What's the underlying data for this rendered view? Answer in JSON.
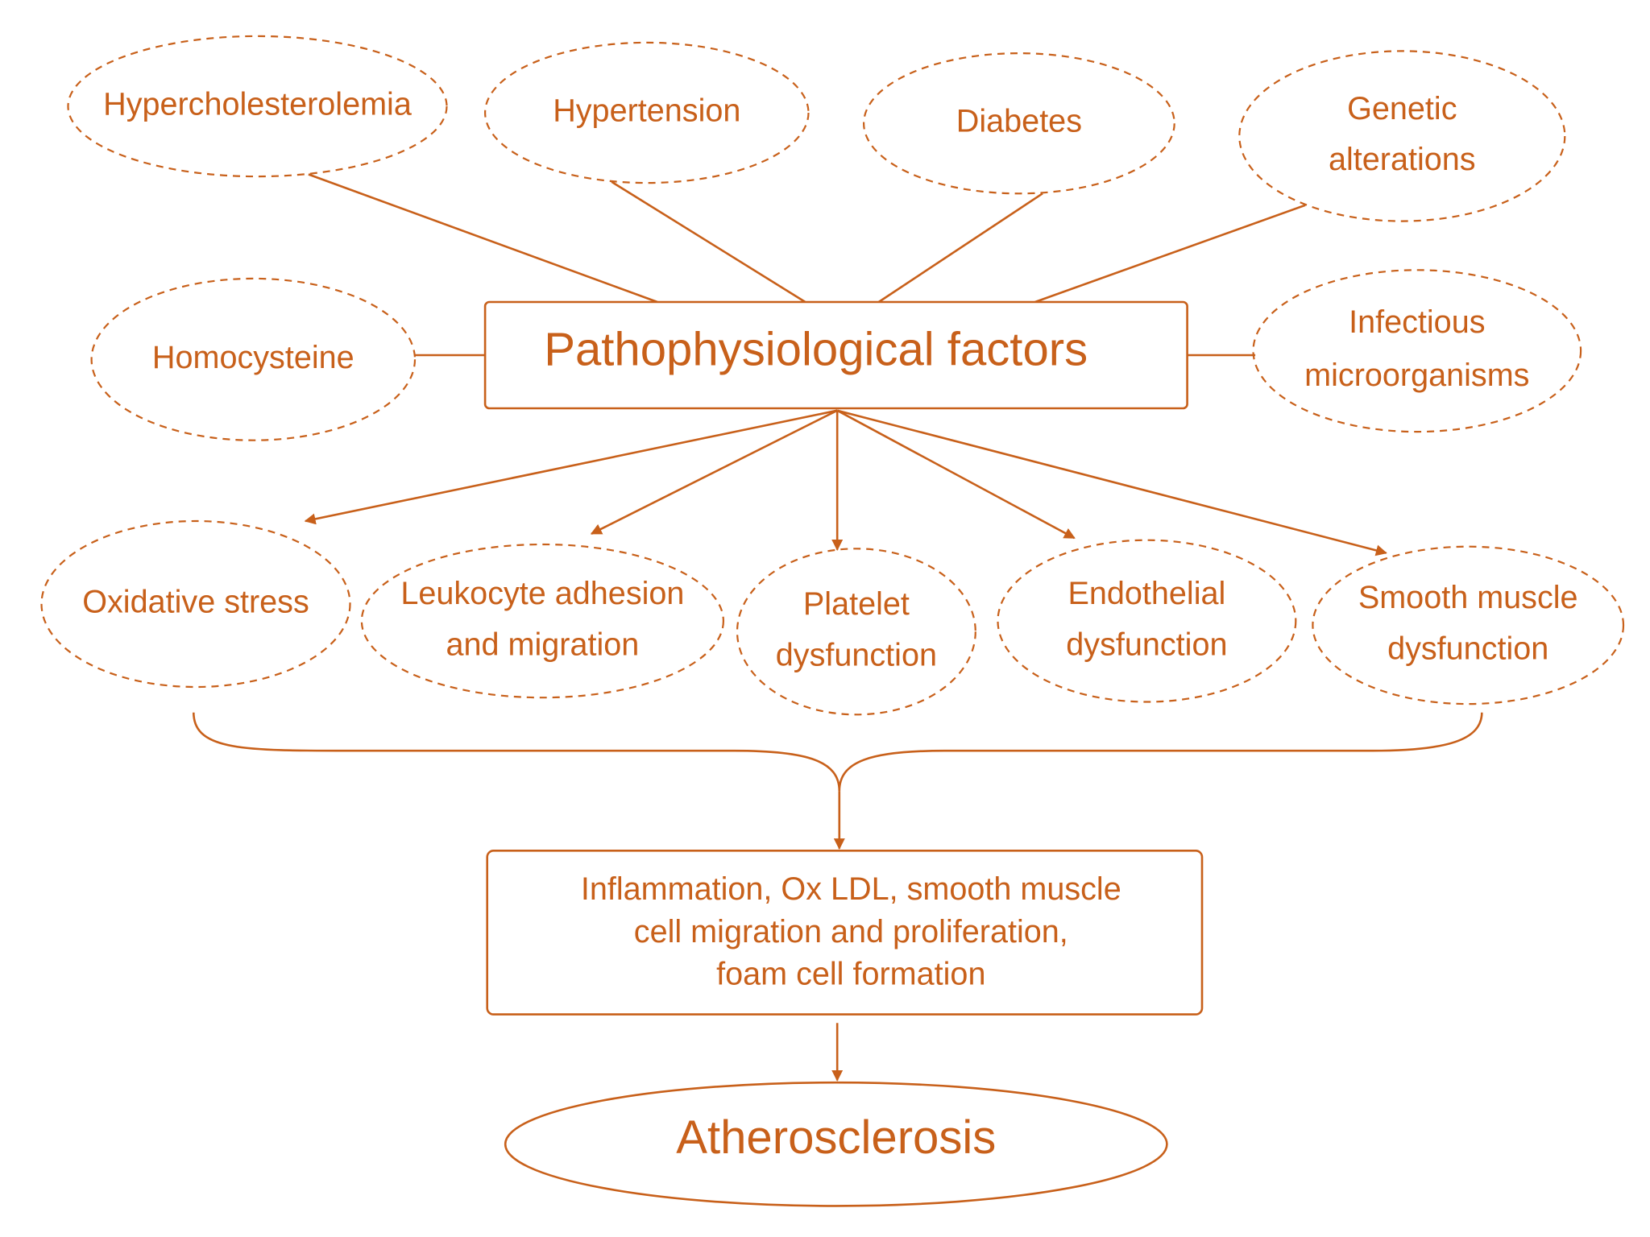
{
  "colors": {
    "accent": "#c8601a",
    "background": "#ffffff"
  },
  "risk_factors": [
    {
      "id": "hypercholesterolemia",
      "lines": [
        "Hypercholesterolemia"
      ]
    },
    {
      "id": "hypertension",
      "lines": [
        "Hypertension"
      ]
    },
    {
      "id": "diabetes",
      "lines": [
        "Diabetes"
      ]
    },
    {
      "id": "genetic-alterations",
      "lines": [
        "Genetic",
        "alterations"
      ]
    },
    {
      "id": "homocysteine",
      "lines": [
        "Homocysteine"
      ]
    },
    {
      "id": "infectious-microorganisms",
      "lines": [
        "Infectious",
        "microorganisms"
      ]
    }
  ],
  "central": {
    "label": "Pathophysiological factors"
  },
  "mechanisms": [
    {
      "id": "oxidative-stress",
      "lines": [
        "Oxidative stress"
      ]
    },
    {
      "id": "leukocyte-adhesion",
      "lines": [
        "Leukocyte adhesion",
        "and migration"
      ]
    },
    {
      "id": "platelet-dysfunction",
      "lines": [
        "Platelet",
        "dysfunction"
      ]
    },
    {
      "id": "endothelial-dysfunction",
      "lines": [
        "Endothelial",
        "dysfunction"
      ]
    },
    {
      "id": "smooth-muscle-dysfunction",
      "lines": [
        "Smooth muscle",
        "dysfunction"
      ]
    }
  ],
  "process": {
    "lines": [
      "Inflammation, Ox LDL, smooth muscle",
      "cell migration and proliferation,",
      "foam cell formation"
    ]
  },
  "outcome": {
    "label": "Atherosclerosis"
  }
}
